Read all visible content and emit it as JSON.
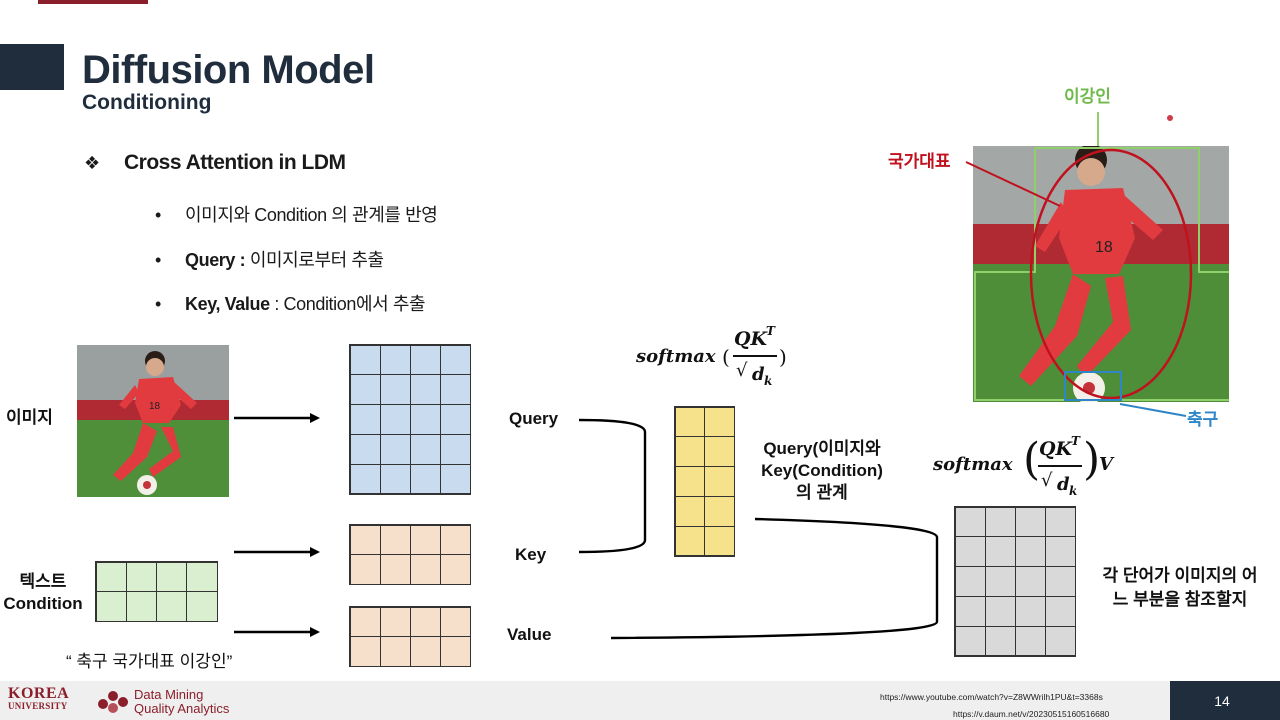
{
  "slide": {
    "title": "Diffusion Model",
    "subtitle": "Conditioning",
    "section_marker": "❖",
    "section_heading": "Cross Attention in LDM",
    "bullets": [
      {
        "marker": "•",
        "bold": "",
        "text": "이미지와 Condition 의 관계를 반영"
      },
      {
        "marker": "•",
        "bold": "Query :",
        "text": " 이미지로부터 추출"
      },
      {
        "marker": "•",
        "bold": "Key, Value",
        "text": " : Condition에서 추출"
      }
    ]
  },
  "diagram": {
    "image_label": "이미지",
    "text_label_line1": "텍스트",
    "text_label_line2": "Condition",
    "prompt_caption": "“ 축구 국가대표 이강인”",
    "query_label": "Query",
    "key_label": "Key",
    "value_label": "Value",
    "softmax_text": "softmax",
    "numerator": "QK",
    "superscript": "T",
    "denominator": "d",
    "subscript": "k",
    "v_label": "V",
    "relation_line1": "Query(이미지와",
    "relation_line2": "Key(Condition)",
    "relation_line3": "의 관계",
    "output_line1": "각 단어가 이미지의 어",
    "output_line2": "느 부분을 참조할지"
  },
  "photo_annotations": {
    "name_label": "이강인",
    "team_label": "국가대표",
    "ball_label": "축구",
    "jersey_number": "18"
  },
  "footer": {
    "univ_line1": "KOREA",
    "univ_line2": "UNIVERSITY",
    "lab_line1": "Data Mining",
    "lab_line2": "Quality Analytics",
    "url1": "https://www.youtube.com/watch?v=Z8WWrilh1PU&t=3368s",
    "url2": "https://v.daum.net/v/20230515160516680",
    "page_number": "14"
  },
  "colors": {
    "title": "#1f2d3d",
    "accent": "#8a1e2b",
    "query_grid": "#c9dcef",
    "kv_grid": "#f6dfcb",
    "text_grid": "#d9efd0",
    "attn_grid": "#f6e28a",
    "output_grid": "#d9d9d9",
    "green_box": "#8fd06a",
    "red_ellipse": "#c0121e",
    "blue_box": "#2e86c8"
  }
}
